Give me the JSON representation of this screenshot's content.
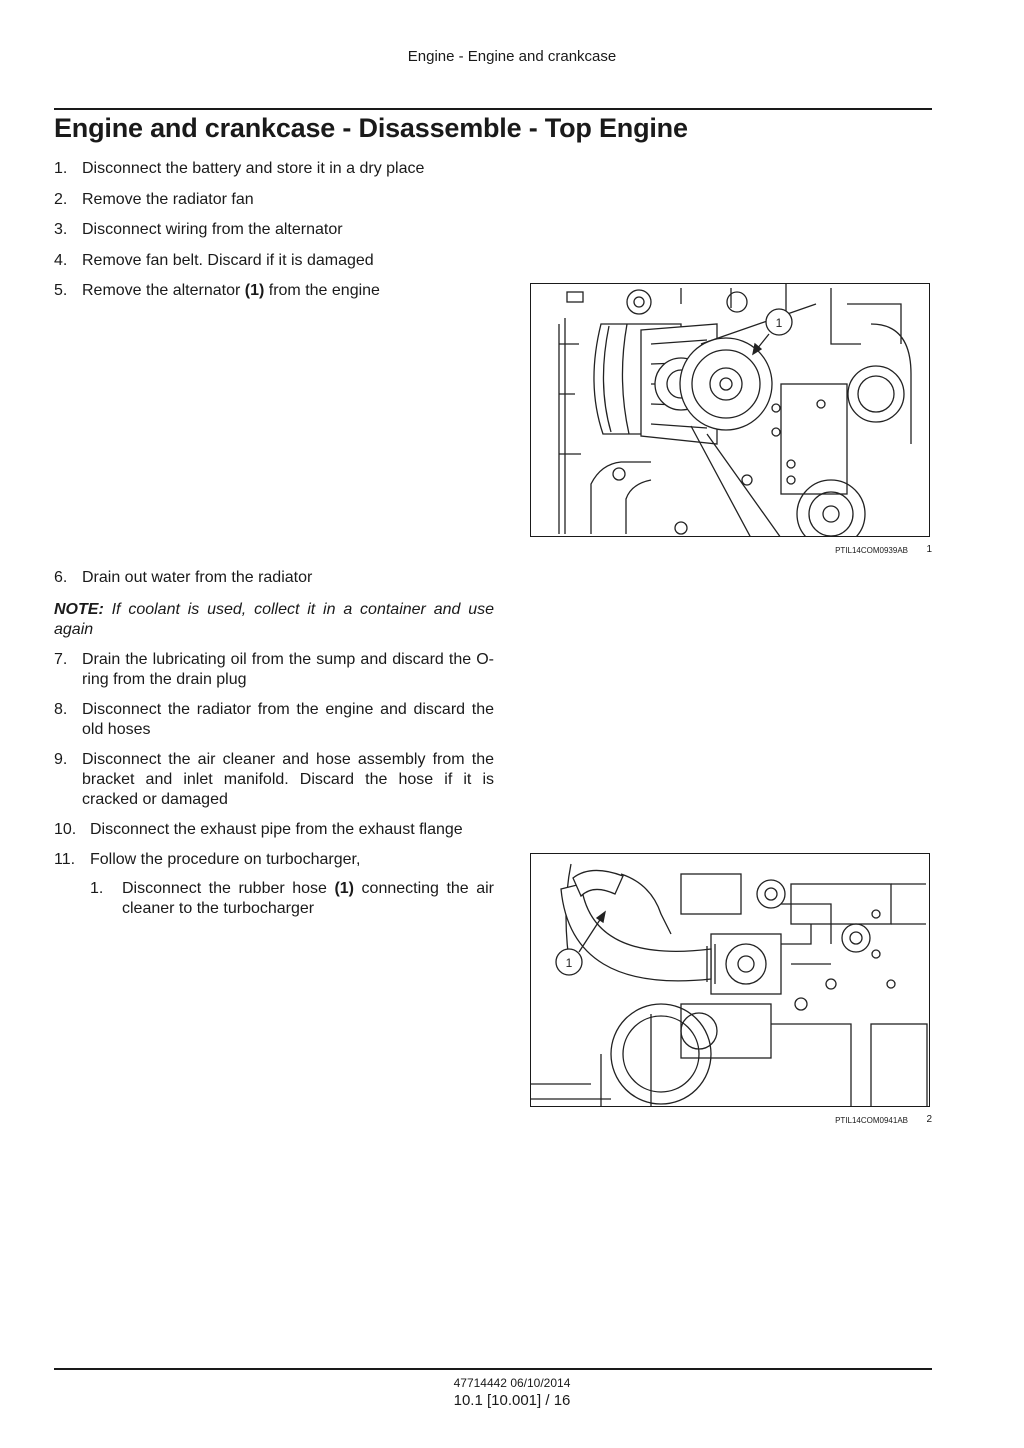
{
  "header": {
    "running_title": "Engine - Engine and crankcase"
  },
  "title": "Engine and crankcase - Disassemble - Top Engine",
  "steps": [
    {
      "num": "1.",
      "text": "Disconnect the battery and store it in a dry place"
    },
    {
      "num": "2.",
      "text": "Remove the radiator fan"
    },
    {
      "num": "3.",
      "text": "Disconnect wiring from the alternator"
    },
    {
      "num": "4.",
      "text": "Remove fan belt. Discard if it is damaged"
    },
    {
      "num": "5.",
      "text_before": "Remove the alternator ",
      "ref": "(1)",
      "text_after": " from the engine"
    },
    {
      "num": "6.",
      "text": "Drain out water from the radiator"
    },
    {
      "num": "7.",
      "text": "Drain the lubricating oil from the sump and discard the O-ring from the drain plug"
    },
    {
      "num": "8.",
      "text": "Disconnect the radiator from the engine and discard the old hoses"
    },
    {
      "num": "9.",
      "text": "Disconnect the air cleaner and hose assembly from the bracket and inlet manifold. Discard the hose if it is cracked or damaged"
    },
    {
      "num": "10.",
      "text": "Disconnect the exhaust pipe from the exhaust flange"
    },
    {
      "num": "11.",
      "text": "Follow the procedure on turbocharger,"
    }
  ],
  "substeps": [
    {
      "num": "1.",
      "text_before": "Disconnect the rubber hose ",
      "ref": "(1)",
      "text_after": " connecting the air cleaner to the turbocharger"
    }
  ],
  "note": {
    "label": "NOTE:",
    "text": " If coolant is used, collect it in a container and use again"
  },
  "figures": [
    {
      "caption": "PTIL14COM0939AB",
      "number": "1",
      "callout": "1"
    },
    {
      "caption": "PTIL14COM0941AB",
      "number": "2",
      "callout": "1"
    }
  ],
  "footer": {
    "doc_ref": "47714442 06/10/2014",
    "page": "10.1 [10.001] / 16"
  }
}
